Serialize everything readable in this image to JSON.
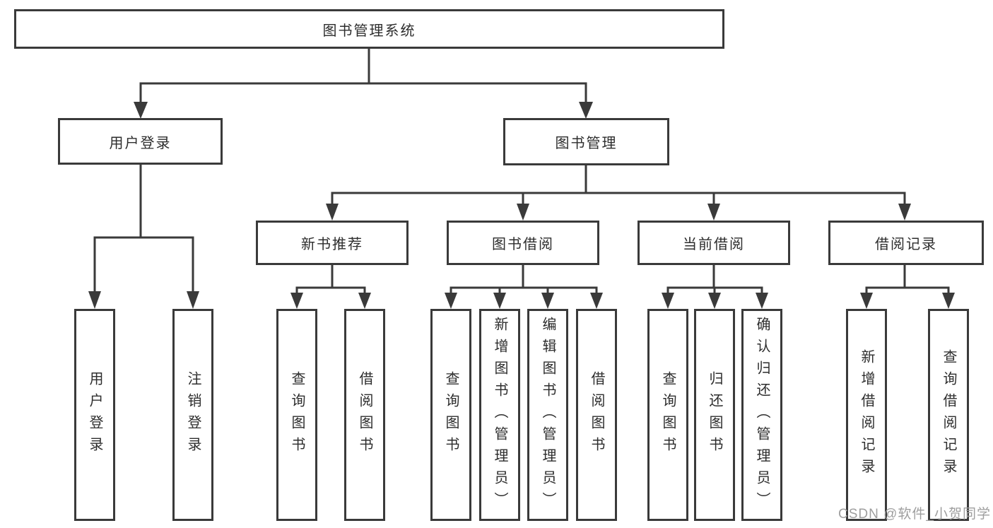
{
  "root": {
    "label": "图书管理系统"
  },
  "level2": {
    "user_login": {
      "label": "用户登录"
    },
    "book_mgmt": {
      "label": "图书管理"
    }
  },
  "level3": {
    "new_book": {
      "label": "新书推荐"
    },
    "book_borrow": {
      "label": "图书借阅"
    },
    "current_borrow": {
      "label": "当前借阅"
    },
    "borrow_record": {
      "label": "借阅记录"
    }
  },
  "leaves": {
    "user_login": [
      "用户登录",
      "注销登录"
    ],
    "new_book": [
      "查询图书",
      "借阅图书"
    ],
    "book_borrow": [
      "查询图书",
      "新增图书（管理员）",
      "编辑图书（管理员）",
      "借阅图书"
    ],
    "current_borrow": [
      "查询图书",
      "归还图书",
      "确认归还（管理员）"
    ],
    "borrow_record": [
      "新增借阅记录",
      "查询借阅记录"
    ]
  },
  "watermark": {
    "text": "CSDN @软件_小贺同学"
  },
  "colors": {
    "line": "#3a3a3a",
    "text": "#2d2d2d",
    "watermark": "#9e9e9e",
    "background": "#ffffff"
  }
}
